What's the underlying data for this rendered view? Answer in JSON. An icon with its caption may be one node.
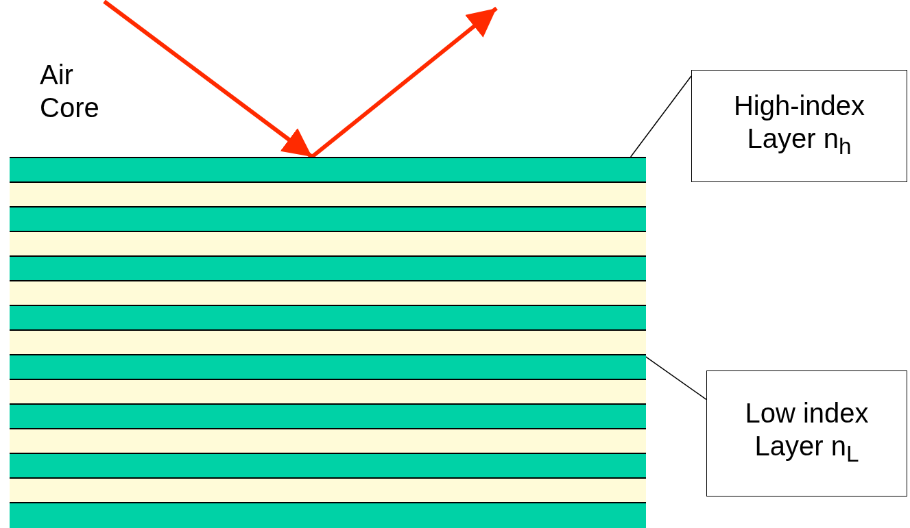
{
  "diagram": {
    "nodes": [
      {
        "text": [],
        "shape": "bar"
      },
      {
        "text": [],
        "shape": "bar"
      },
      {
        "text": [],
        "shape": "bar"
      },
      {
        "text": [],
        "shape": "bar"
      },
      {
        "text": [],
        "shape": "bar"
      },
      {
        "text": [],
        "shape": "bar"
      },
      {
        "text": [],
        "shape": "bar"
      },
      {
        "text": [],
        "shape": "bar"
      },
      {
        "text": [],
        "shape": "bar"
      },
      {
        "text": [],
        "shape": "bar"
      },
      {
        "text": [],
        "shape": "bar"
      },
      {
        "text": [],
        "shape": "bar"
      },
      {
        "text": [],
        "shape": "bar"
      },
      {
        "text": [],
        "shape": "bar"
      },
      {
        "text": [],
        "shape": "bar"
      },
      {
        "text": [
          "High-index Layer n$_{h}$"
        ]
      },
      {
        "text": [
          "Low index Layer n$_{L}$"
        ]
      }
    ],
    "edges": [
      {
        "from": null,
        "to": 0,
        "arrow": "to",
        "style": "thick",
        "color": "#ff2a00"
      },
      {
        "from": 0,
        "to": null,
        "arrow": "to",
        "style": "thick",
        "color": "#ff2a00"
      },
      {
        "from": 15,
        "to": 0,
        "arrow": "none",
        "color": "#000000"
      },
      {
        "from": 16,
        "to": 7,
        "arrow": "none",
        "color": "#000000"
      }
    ],
    "labels": [
      "Air Core"
    ]
  }
}
